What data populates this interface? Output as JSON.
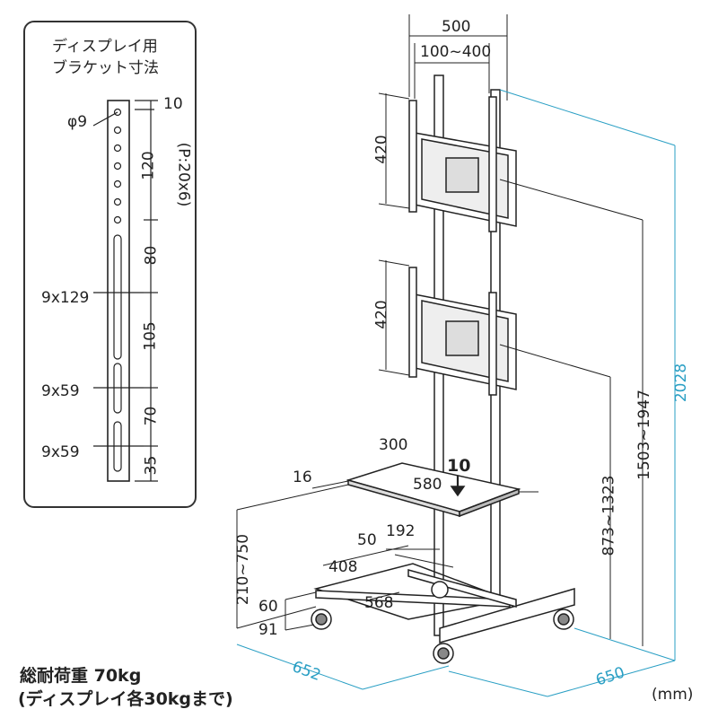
{
  "panel": {
    "title_line1": "ディスプレイ用",
    "title_line2": "ブラケット寸法",
    "dim_10": "10",
    "hole_dia": "φ9",
    "dim_120": "120",
    "pitch": "(P:20x6)",
    "dim_80": "80",
    "slot_129": "9x129",
    "dim_105": "105",
    "slot_59a": "9x59",
    "dim_70": "70",
    "slot_59b": "9x59",
    "dim_35": "35"
  },
  "dims": {
    "width_500": "500",
    "range_100_400": "100~400",
    "h420_top": "420",
    "h420_mid": "420",
    "shelf_300": "300",
    "shelf_load": "10",
    "shelf_580": "580",
    "shelf_16": "16",
    "range_210_750": "210~750",
    "base_50": "50",
    "base_192": "192",
    "base_408": "408",
    "base_60": "60",
    "base_568": "568",
    "base_91": "91",
    "range_873_1323": "873~1323",
    "range_1503_1947": "1503~1947",
    "total_2028": "2028",
    "depth_652": "652",
    "width_650": "650",
    "unit": "(mm)"
  },
  "caption": {
    "load_line1": "総耐荷重 70kg",
    "load_line2": "(ディスプレイ各30kgまで)"
  },
  "colors": {
    "line": "#222222",
    "dimension_cyan": "#2a9fc4"
  }
}
